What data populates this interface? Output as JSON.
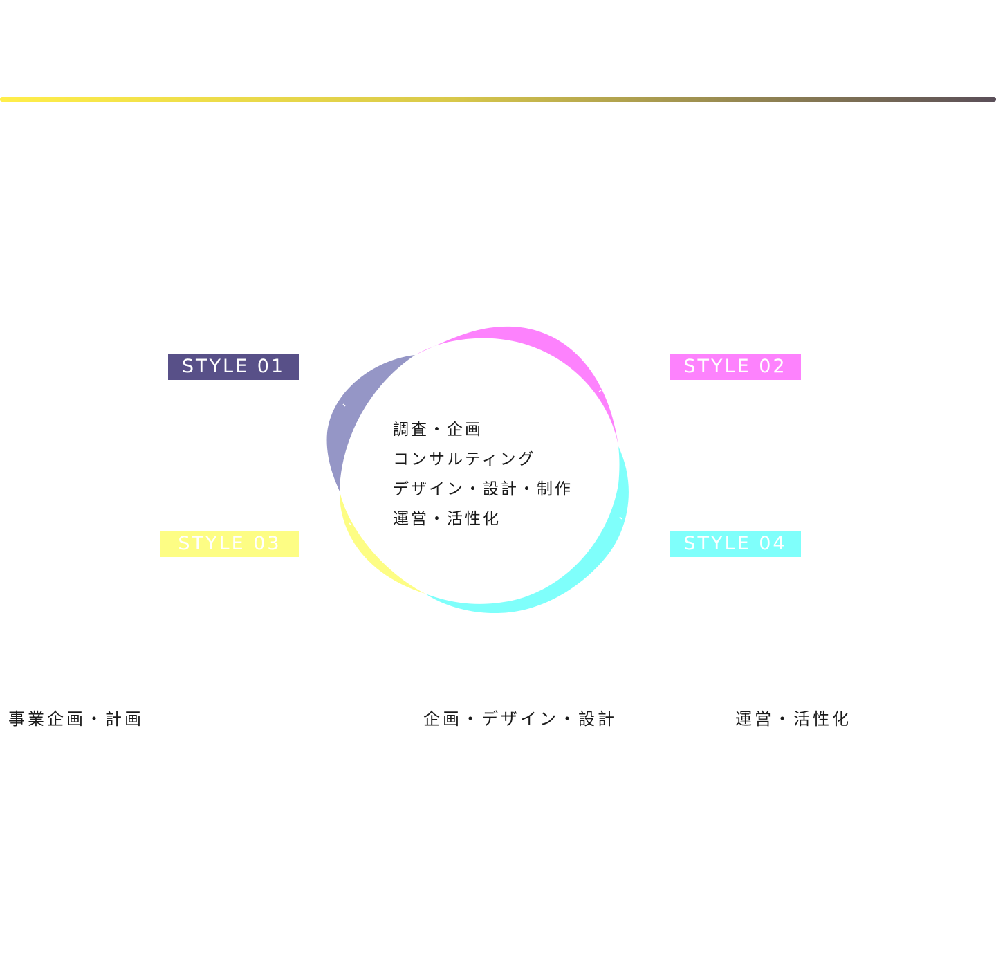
{
  "colors": {
    "rule_start": "#ffee4a",
    "rule_mid": "#d9c94a",
    "rule_end": "#5a4e58",
    "style01": "#585088",
    "style01_petal": "#9596c6",
    "style02": "#fd82fd",
    "style03": "#fdfd84",
    "style04": "#7ffffb",
    "text": "#1a1a1a"
  },
  "center": {
    "lines": [
      "調査・企画",
      "コンサルティング",
      "デザイン・設計・制作",
      "運営・活性化"
    ]
  },
  "styles": [
    {
      "label": "STYLE 01"
    },
    {
      "label": "STYLE 02"
    },
    {
      "label": "STYLE 03"
    },
    {
      "label": "STYLE 04"
    }
  ],
  "bottom": [
    "事業企画・計画",
    "企画・デザイン・設計",
    "運営・活性化"
  ]
}
